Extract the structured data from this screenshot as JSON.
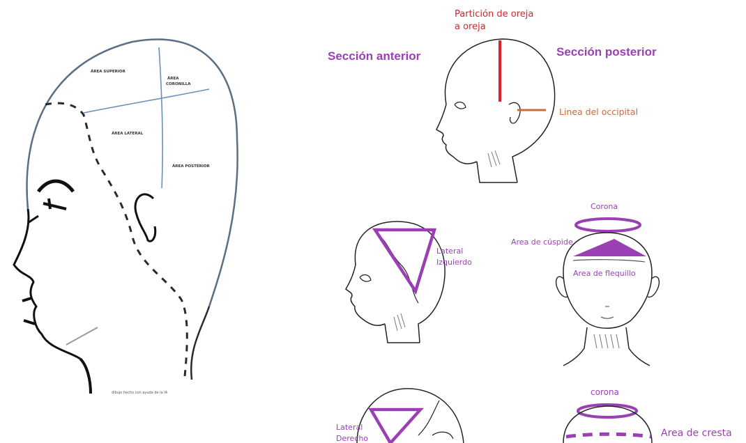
{
  "left_diagram": {
    "area_superior": "ÁREA SUPERIOR",
    "area_coronilla_line1": "ÁREA",
    "area_coronilla_line2": "CORONILLA",
    "area_lateral": "ÁREA LATERAL",
    "area_posterior": "ÁREA POSTERIOR",
    "caption": "dibujo hecho con ayuda de la IA"
  },
  "top_diagram": {
    "particion_line1": "Partición de oreja",
    "particion_line2": "a oreja",
    "seccion_anterior": "Sección anterior",
    "seccion_posterior": "Sección posterior",
    "linea_occipital": "Linea del occipital"
  },
  "middle_left_diagram": {
    "lateral_line1": "Lateral",
    "lateral_line2": "Izquierdo"
  },
  "middle_right_diagram": {
    "corona": "Corona",
    "area_cuspide": "Area de cúspide",
    "area_flequillo": "Area de flequillo"
  },
  "bottom_left_diagram": {
    "lateral_line1": "Lateral",
    "lateral_line2": "Derecho"
  },
  "bottom_right_diagram": {
    "corona": "corona",
    "area_cresta": "Area de cresta"
  },
  "colors": {
    "red": "#e0202b",
    "purple": "#9b3fb5",
    "orange": "#c96a3a",
    "blue_line": "#6a8fb8",
    "ink": "#111111"
  }
}
